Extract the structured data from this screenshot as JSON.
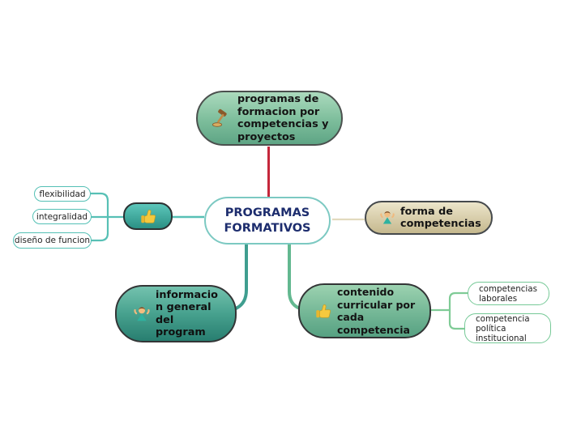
{
  "canvas": {
    "background": "#ffffff"
  },
  "nodes": {
    "formacion": {
      "label": "programas de\nformacion por\ncompetencias y\nproyectos",
      "icon": "gavel-icon",
      "fill_top": "#abdabd",
      "fill_bottom": "#5fa585"
    },
    "central": {
      "label": "PROGRAMAS\nFORMATIVOS",
      "text_color": "#1d2d6e",
      "fill": "#ffffff",
      "border": "#7cc9c2"
    },
    "like": {
      "label": "",
      "icon": "thumbs-up-icon",
      "fill_top": "#5cc6ba",
      "fill_bottom": "#2b9185"
    },
    "forma": {
      "label": "forma de\ncompetencias",
      "icon": "person-shrugging-icon",
      "fill_top": "#ece5ca",
      "fill_bottom": "#c5b88e"
    },
    "info": {
      "label": "informacio\nn general\ndel\nprogram",
      "icon": "person-shrugging-icon",
      "fill_top": "#74c2ae",
      "fill_bottom": "#287e70"
    },
    "contenido": {
      "label": "contenido\ncurricular por\ncada\ncompetencia",
      "icon": "thumbs-up-icon",
      "fill_top": "#9cd2b0",
      "fill_bottom": "#56a182"
    },
    "flexibilidad": {
      "label": "flexibilidad"
    },
    "integralidad": {
      "label": "integralidad"
    },
    "diseno": {
      "label": "diseño de funcion"
    },
    "laborales": {
      "label": "competencias\nlaborales"
    },
    "politica": {
      "label": "competencia\npolítica\ninstitucional"
    }
  },
  "connectors": {
    "red": "#c5273b",
    "teal": "#57c0b5",
    "beige": "#e2dabe",
    "down_left": "#3f9e8f",
    "down_right": "#63b890",
    "light_green": "#7fcb96"
  }
}
